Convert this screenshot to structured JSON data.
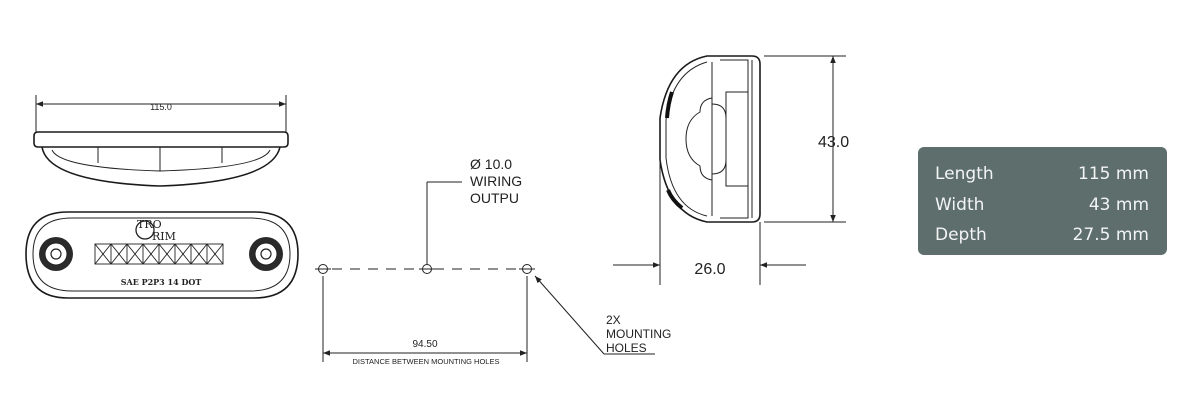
{
  "front_view": {
    "width_dim": "115.0",
    "brand_top": "TRO",
    "brand_bottom": "RIM",
    "marking": "SAE P2P3 14 DOT"
  },
  "hole_view": {
    "wiring_label": [
      "Ø 10.0",
      "WIRING",
      "OUTPU"
    ],
    "spacing_dim": "94.50",
    "spacing_caption": "DISTANCE BETWEEN MOUNTING HOLES",
    "mounting_label": [
      "2X",
      "MOUNTING",
      "HOLES"
    ]
  },
  "side_view": {
    "height_dim": "43.0",
    "depth_dim": "26.0"
  },
  "specs": [
    {
      "label": "Length",
      "value": "115 mm"
    },
    {
      "label": "Width",
      "value": "43 mm"
    },
    {
      "label": "Depth",
      "value": "27.5 mm"
    }
  ],
  "colors": {
    "spec_panel": "#5e6e6d",
    "spec_text": "#f2f4f4",
    "line": "#222222"
  }
}
